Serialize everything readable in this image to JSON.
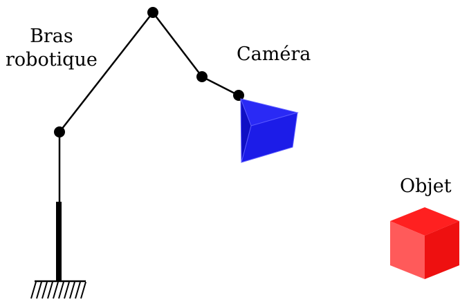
{
  "labels": {
    "arm_line1": "Bras",
    "arm_line2": "robotique",
    "camera": "Caméra",
    "object": "Objet"
  },
  "colors": {
    "arm": "#000000",
    "camera_face_front": "#1c1ce8",
    "camera_face_top": "#2a2af5",
    "camera_face_side": "#0f0fc4",
    "object_front": "#ff5a5a",
    "object_top": "#ff2020",
    "object_side": "#ee1010"
  }
}
